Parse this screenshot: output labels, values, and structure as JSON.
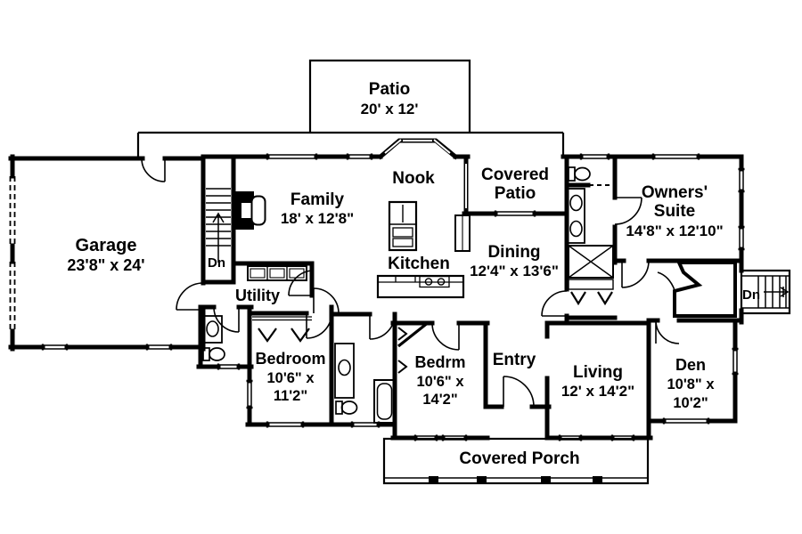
{
  "colors": {
    "line": "#000000",
    "background": "#ffffff"
  },
  "labels": {
    "patio": {
      "name": "Patio",
      "dims": "20' x 12'"
    },
    "garage": {
      "name": "Garage",
      "dims": "23'8\" x 24'"
    },
    "family": {
      "name": "Family",
      "dims": "18' x 12'8\""
    },
    "nook": {
      "name": "Nook"
    },
    "covered_patio": {
      "line1": "Covered",
      "line2": "Patio"
    },
    "kitchen": {
      "name": "Kitchen"
    },
    "dining": {
      "name": "Dining",
      "dims": "12'4\" x 13'6\""
    },
    "utility": {
      "name": "Utility"
    },
    "owners_suite": {
      "line1": "Owners'",
      "line2": "Suite",
      "dims": "14'8\" x 12'10\""
    },
    "bedroom": {
      "name": "Bedroom",
      "dims_line1": "10'6\" x",
      "dims_line2": "11'2\""
    },
    "bedrm": {
      "name": "Bedrm",
      "dims_line1": "10'6\" x",
      "dims_line2": "14'2\""
    },
    "entry": {
      "name": "Entry"
    },
    "living": {
      "name": "Living",
      "dims": "12' x 14'2\""
    },
    "den": {
      "name": "Den",
      "dims_line1": "10'8\" x",
      "dims_line2": "10'2\""
    },
    "covered_porch": {
      "name": "Covered Porch"
    },
    "stairs": {
      "interior": "Dn",
      "exterior": "Dn"
    }
  }
}
